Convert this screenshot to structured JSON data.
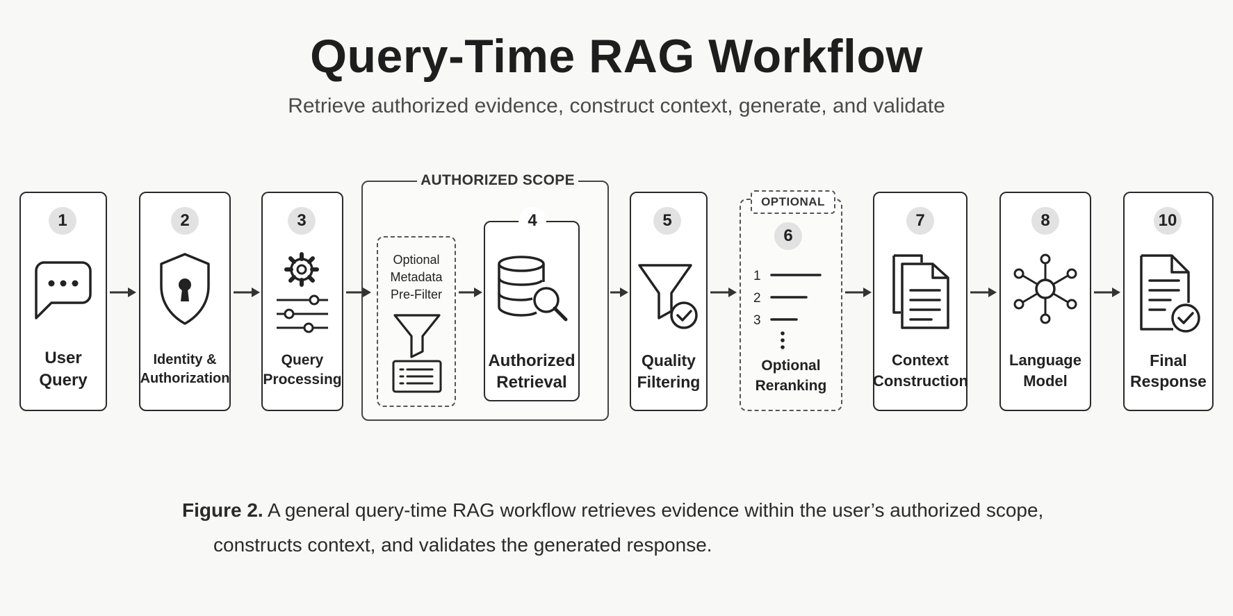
{
  "title": "Query-Time RAG Workflow",
  "subtitle": "Retrieve authorized evidence, construct context, generate, and validate",
  "scope_label": "AUTHORIZED SCOPE",
  "optional_tag": "OPTIONAL",
  "steps": [
    {
      "num": "1",
      "line1": "User",
      "line2": "Query",
      "icon": "chat-bubble-icon"
    },
    {
      "num": "2",
      "line1": "Identity &",
      "line2": "Authorization",
      "icon": "shield-lock-icon"
    },
    {
      "num": "3",
      "line1": "Query",
      "line2": "Processing",
      "icon": "gear-sliders-icon"
    },
    {
      "prefilter_line1": "Optional",
      "prefilter_line2": "Metadata",
      "prefilter_line3": "Pre-Filter",
      "icon": "filter-funnel-icon"
    },
    {
      "num": "4",
      "line1": "Authorized",
      "line2": "Retrieval",
      "icon": "database-search-icon"
    },
    {
      "num": "5",
      "line1": "Quality",
      "line2": "Filtering",
      "icon": "funnel-check-icon"
    },
    {
      "num": "6",
      "line1": "Optional",
      "line2": "Reranking",
      "icon": "ranked-list-icon",
      "ranks": [
        "1",
        "2",
        "3"
      ]
    },
    {
      "num": "7",
      "line1": "Context",
      "line2": "Construction",
      "icon": "documents-icon"
    },
    {
      "num": "8",
      "line1": "Language",
      "line2": "Model",
      "icon": "network-hub-icon"
    },
    {
      "num": "10",
      "line1": "Final",
      "line2": "Response",
      "icon": "document-check-icon"
    }
  ],
  "caption": {
    "figure_label": "Figure 2.",
    "line1": " A general query-time RAG workflow retrieves evidence within the user’s authorized scope,",
    "line2": "constructs context, and validates the generated response."
  }
}
